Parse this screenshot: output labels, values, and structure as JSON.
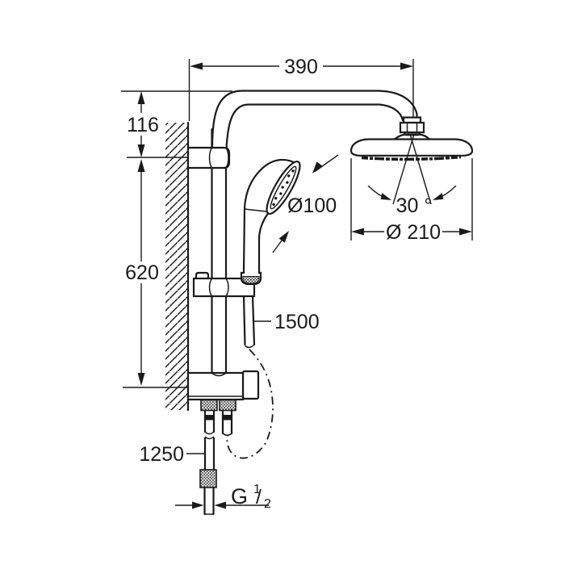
{
  "drawing": {
    "kind": "shower-system-dimension-drawing",
    "colors": {
      "ink": "#1a1a1a",
      "background": "#ffffff"
    },
    "labels": {
      "arm_projection": "390",
      "head_offset": "116",
      "rail_length": "620",
      "hand_shower_diameter": "Ø100",
      "head_swivel_angle": "30 °",
      "head_diameter": "Ø 210",
      "shower_hose_length": "1500",
      "supply_hose_length": "1250",
      "thread": {
        "base": "G",
        "numerator": "1",
        "slash": "/",
        "denominator": "2"
      }
    }
  }
}
